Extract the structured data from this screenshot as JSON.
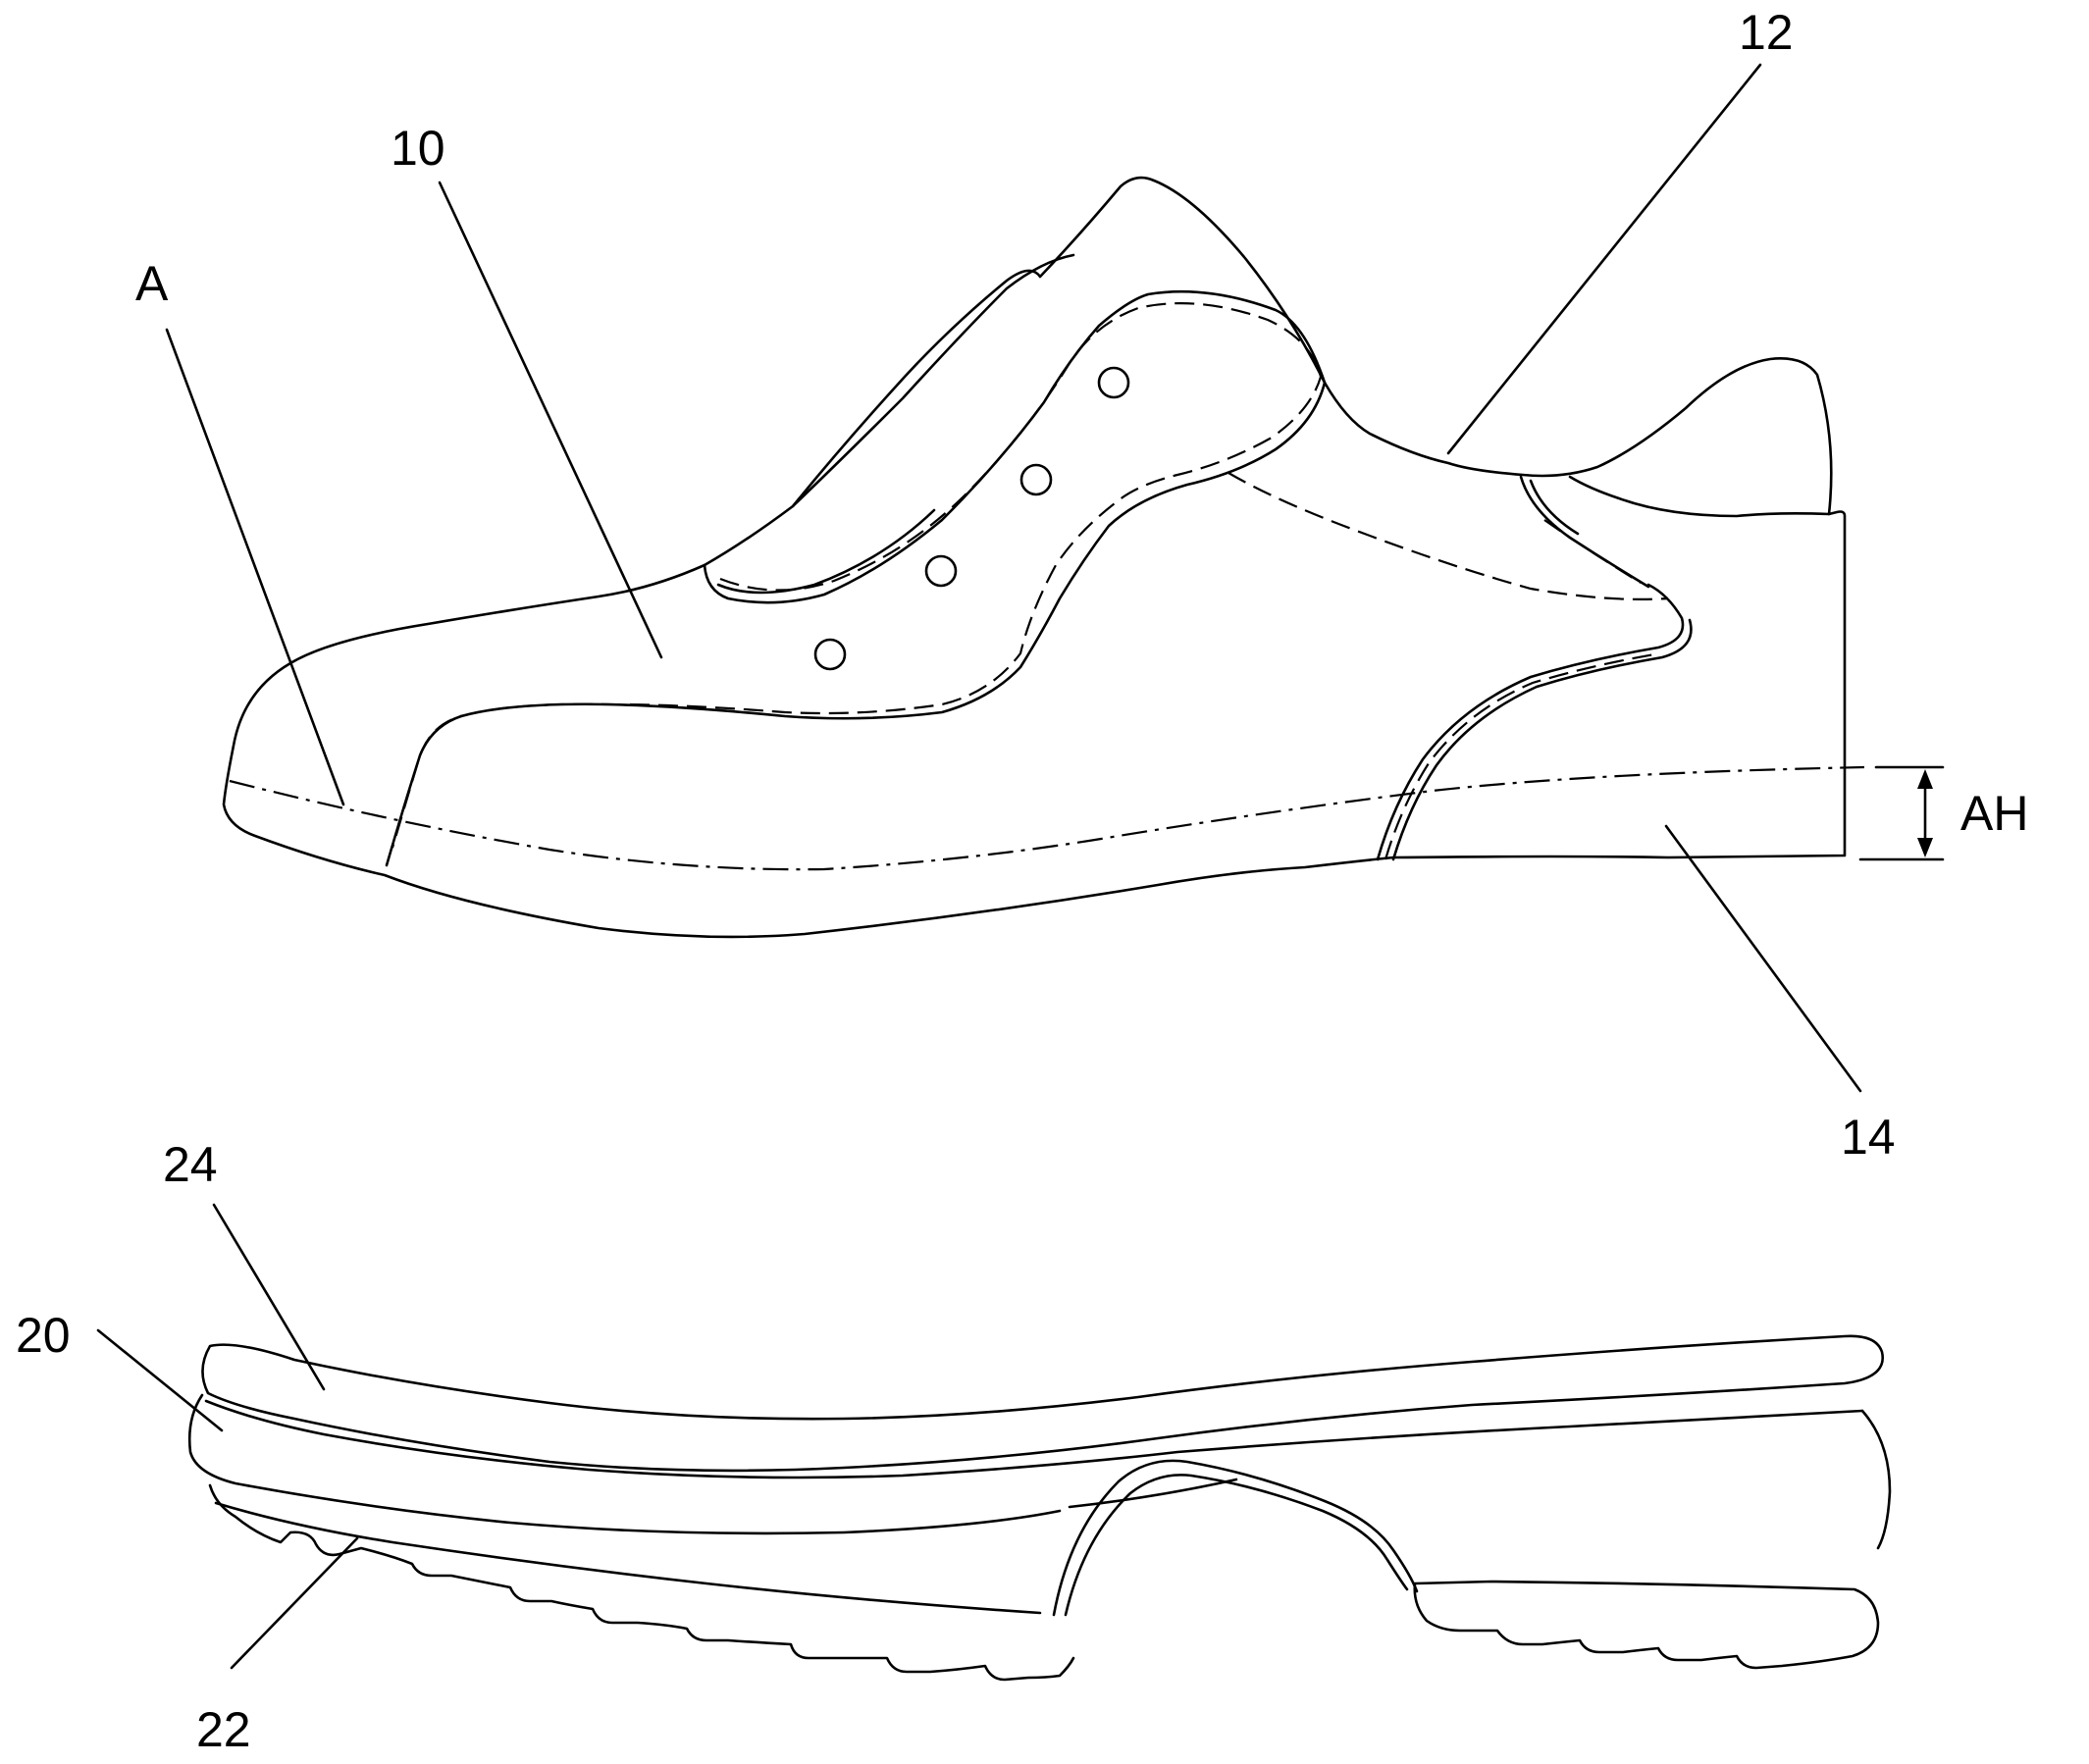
{
  "labels": {
    "l10": "10",
    "l12": "12",
    "l14": "14",
    "lA": "A",
    "lAH": "AH",
    "l20": "20",
    "l22": "22",
    "l24": "24"
  }
}
